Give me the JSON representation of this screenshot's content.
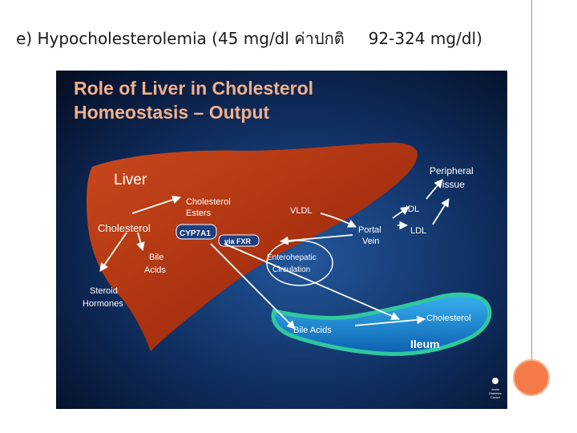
{
  "slide": {
    "heading_label": "e) Hypocholesterolemia",
    "heading_value": "(45 mg/dl ค่าปกติ",
    "heading_range": "92-324 mg/dl)"
  },
  "diagram": {
    "title_line1": "Role of Liver in Cholesterol",
    "title_line2": "Homeostasis – Output",
    "liver": "Liver",
    "cholesterol": "Cholesterol",
    "cholesterol_esters_1": "Cholesterol",
    "cholesterol_esters_2": "Esters",
    "cyp7a1": "CYP7A1",
    "via_fxr": "via FXR",
    "vldl": "VLDL",
    "portal_vein_1": "Portal",
    "portal_vein_2": "Vein",
    "idl": "IDL",
    "ldl": "LDL",
    "peripheral_1": "Peripheral",
    "peripheral_2": "Tissue",
    "bile_acids_1": "Bile",
    "bile_acids_2": "Acids",
    "steroid_1": "Steroid",
    "steroid_2": "Hormones",
    "entero_1": "Enterohepatic",
    "entero_2": "Circulation",
    "ileum_bile_acids": "Bile Acids",
    "ileum_cholesterol": "Cholesterol",
    "ileum": "Ileum",
    "logo_1": "Joslin",
    "logo_2": "Diabetes",
    "logo_3": "Center"
  },
  "colors": {
    "liver": "#b83a14",
    "ileum": "#1f8fd6",
    "title_text": "#f2b08a",
    "background_center": "#1d4a8a",
    "background_edge": "#061531",
    "accent_circle": "#f47b47"
  }
}
